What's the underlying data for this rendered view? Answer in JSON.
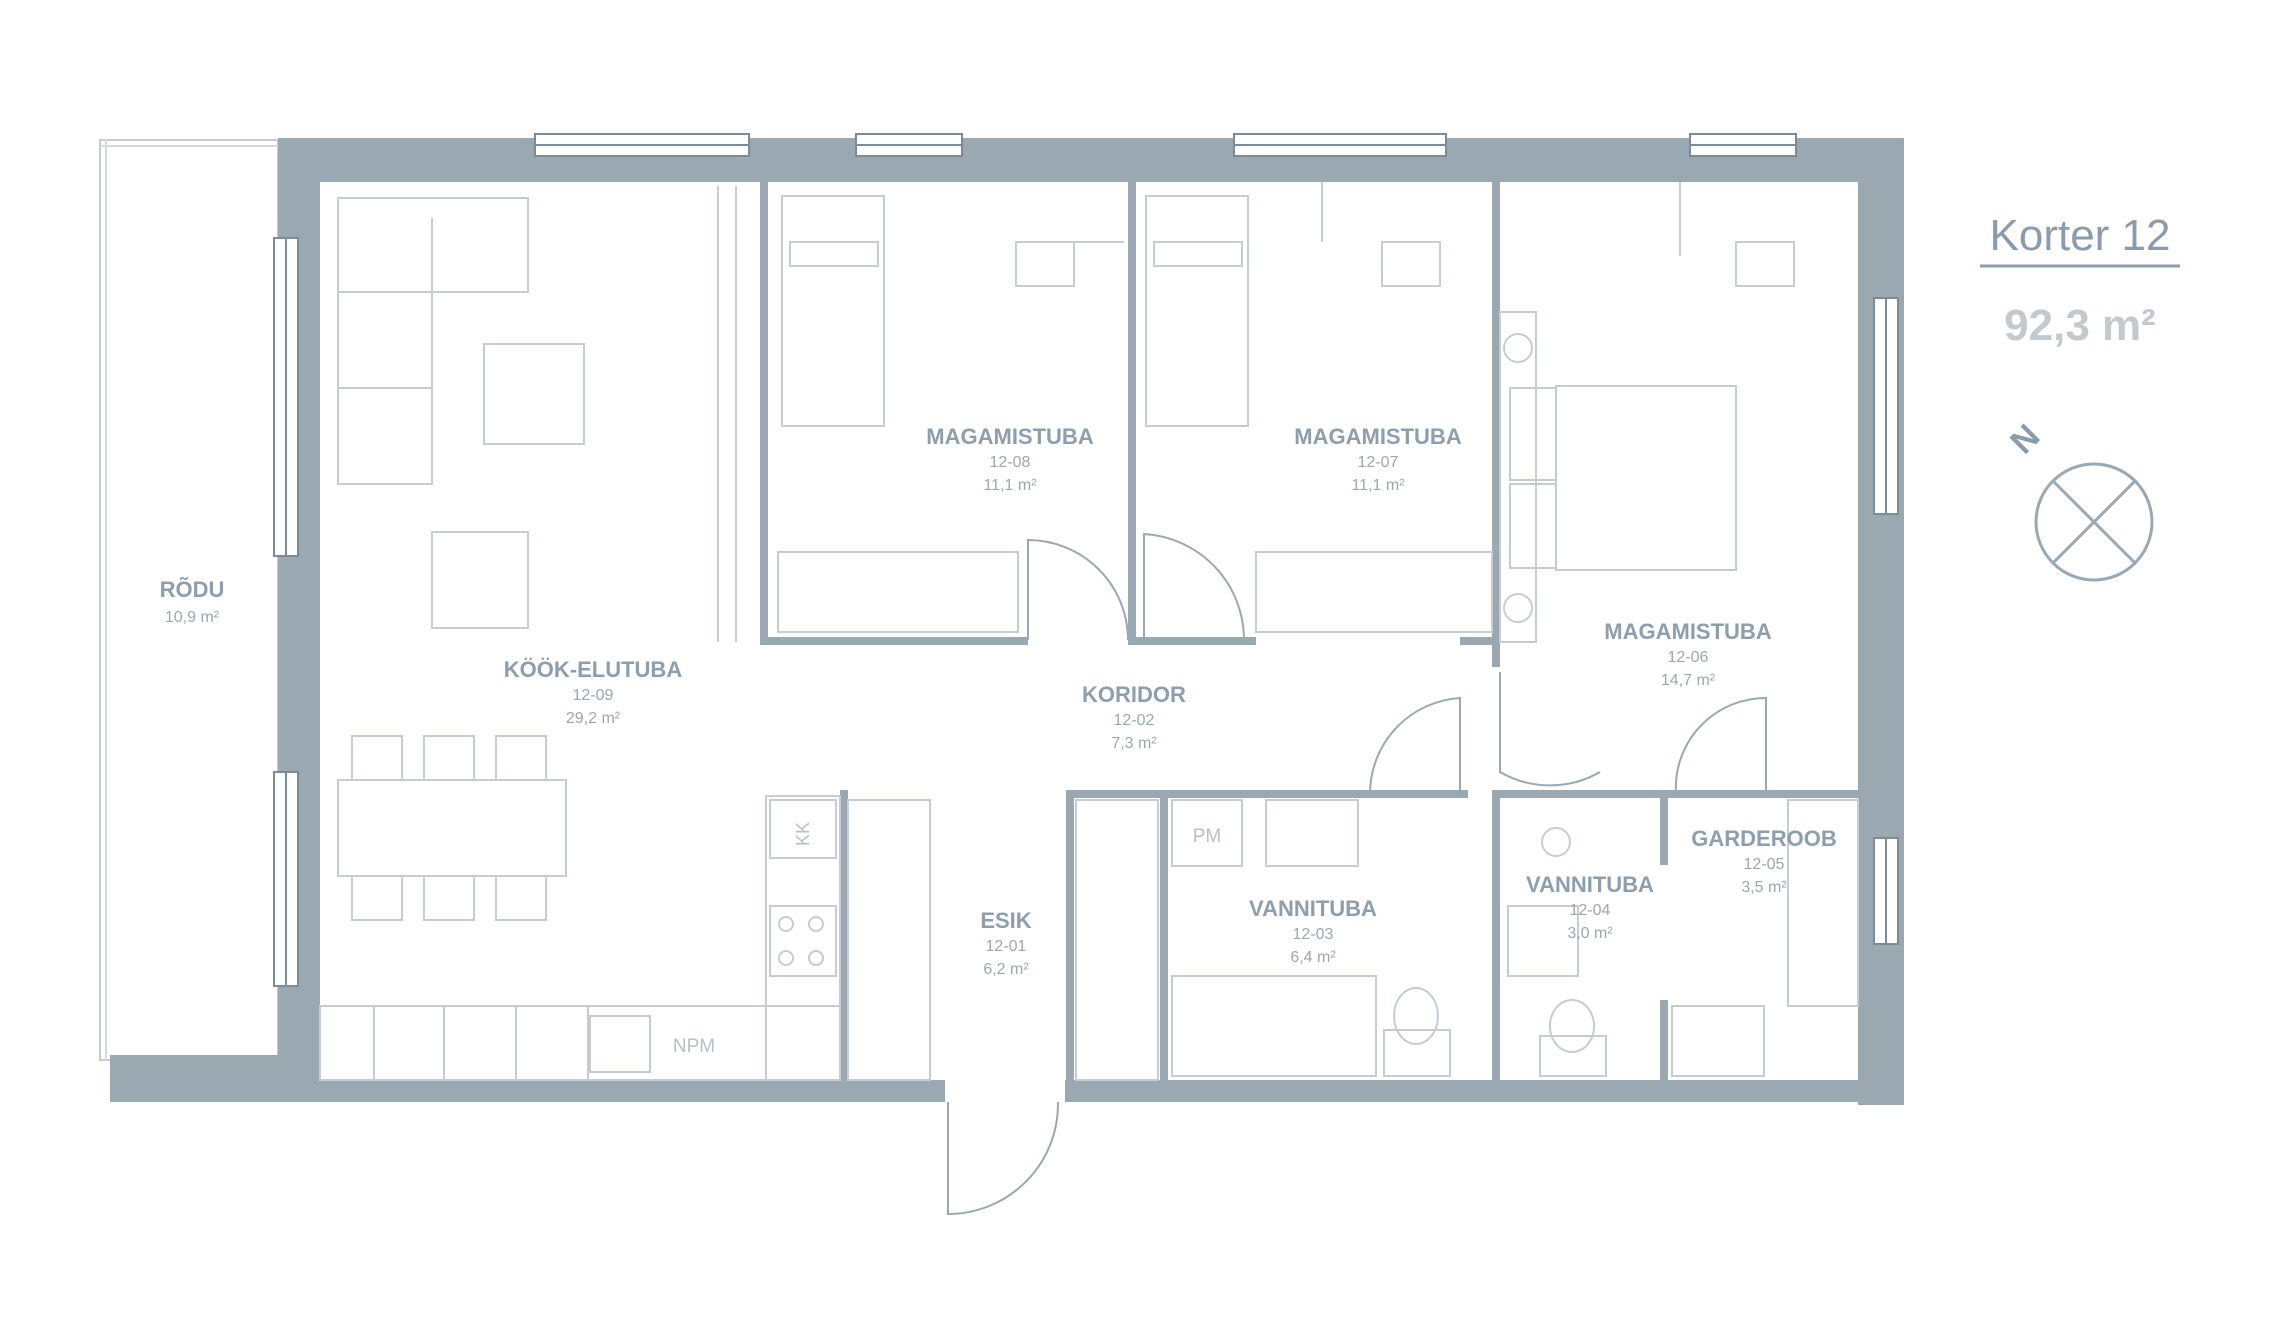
{
  "header": {
    "apartment_title": "Korter 12",
    "apartment_area": "92,3 m²"
  },
  "compass": {
    "label": "N"
  },
  "rooms": [
    {
      "id": "rodu",
      "name": "RÕDU",
      "code": "",
      "area": "10,9 m²"
    },
    {
      "id": "kook",
      "name": "KÖÖK-ELUTUBA",
      "code": "12-09",
      "area": "29,2 m²"
    },
    {
      "id": "mag08",
      "name": "MAGAMISTUBA",
      "code": "12-08",
      "area": "11,1 m²"
    },
    {
      "id": "mag07",
      "name": "MAGAMISTUBA",
      "code": "12-07",
      "area": "11,1 m²"
    },
    {
      "id": "mag06",
      "name": "MAGAMISTUBA",
      "code": "12-06",
      "area": "14,7 m²"
    },
    {
      "id": "koridor",
      "name": "KORIDOR",
      "code": "12-02",
      "area": "7,3 m²"
    },
    {
      "id": "esik",
      "name": "ESIK",
      "code": "12-01",
      "area": "6,2 m²"
    },
    {
      "id": "vann03",
      "name": "VANNITUBA",
      "code": "12-03",
      "area": "6,4 m²"
    },
    {
      "id": "vann04",
      "name": "VANNITUBA",
      "code": "12-04",
      "area": "3,0 m²"
    },
    {
      "id": "garderoob",
      "name": "GARDEROOB",
      "code": "12-05",
      "area": "3,5 m²"
    }
  ],
  "fixtures": {
    "kk": "KK",
    "pm": "PM",
    "npm": "NPM"
  },
  "colors": {
    "wall": "#9aa8b1",
    "label": "#8d9ead",
    "furniture": "#c6ccd2"
  }
}
